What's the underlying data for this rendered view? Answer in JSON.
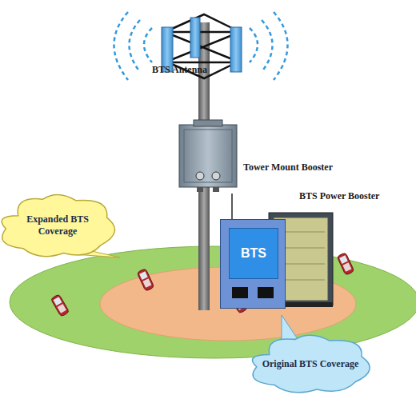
{
  "diagram": {
    "nodes": [
      {
        "text": [
          "Tower Mount Booster"
        ]
      },
      {
        "text": [
          "Expanded BTS Coverage"
        ]
      },
      {
        "text": [
          "BTS"
        ]
      },
      {
        "text": [
          "Original BTS Coverage"
        ]
      }
    ],
    "edges": [
      {
        "from": 0,
        "to": 2,
        "arrow": "none"
      }
    ],
    "labels": [
      "BTS Antenna",
      "BTS Power Booster"
    ]
  }
}
